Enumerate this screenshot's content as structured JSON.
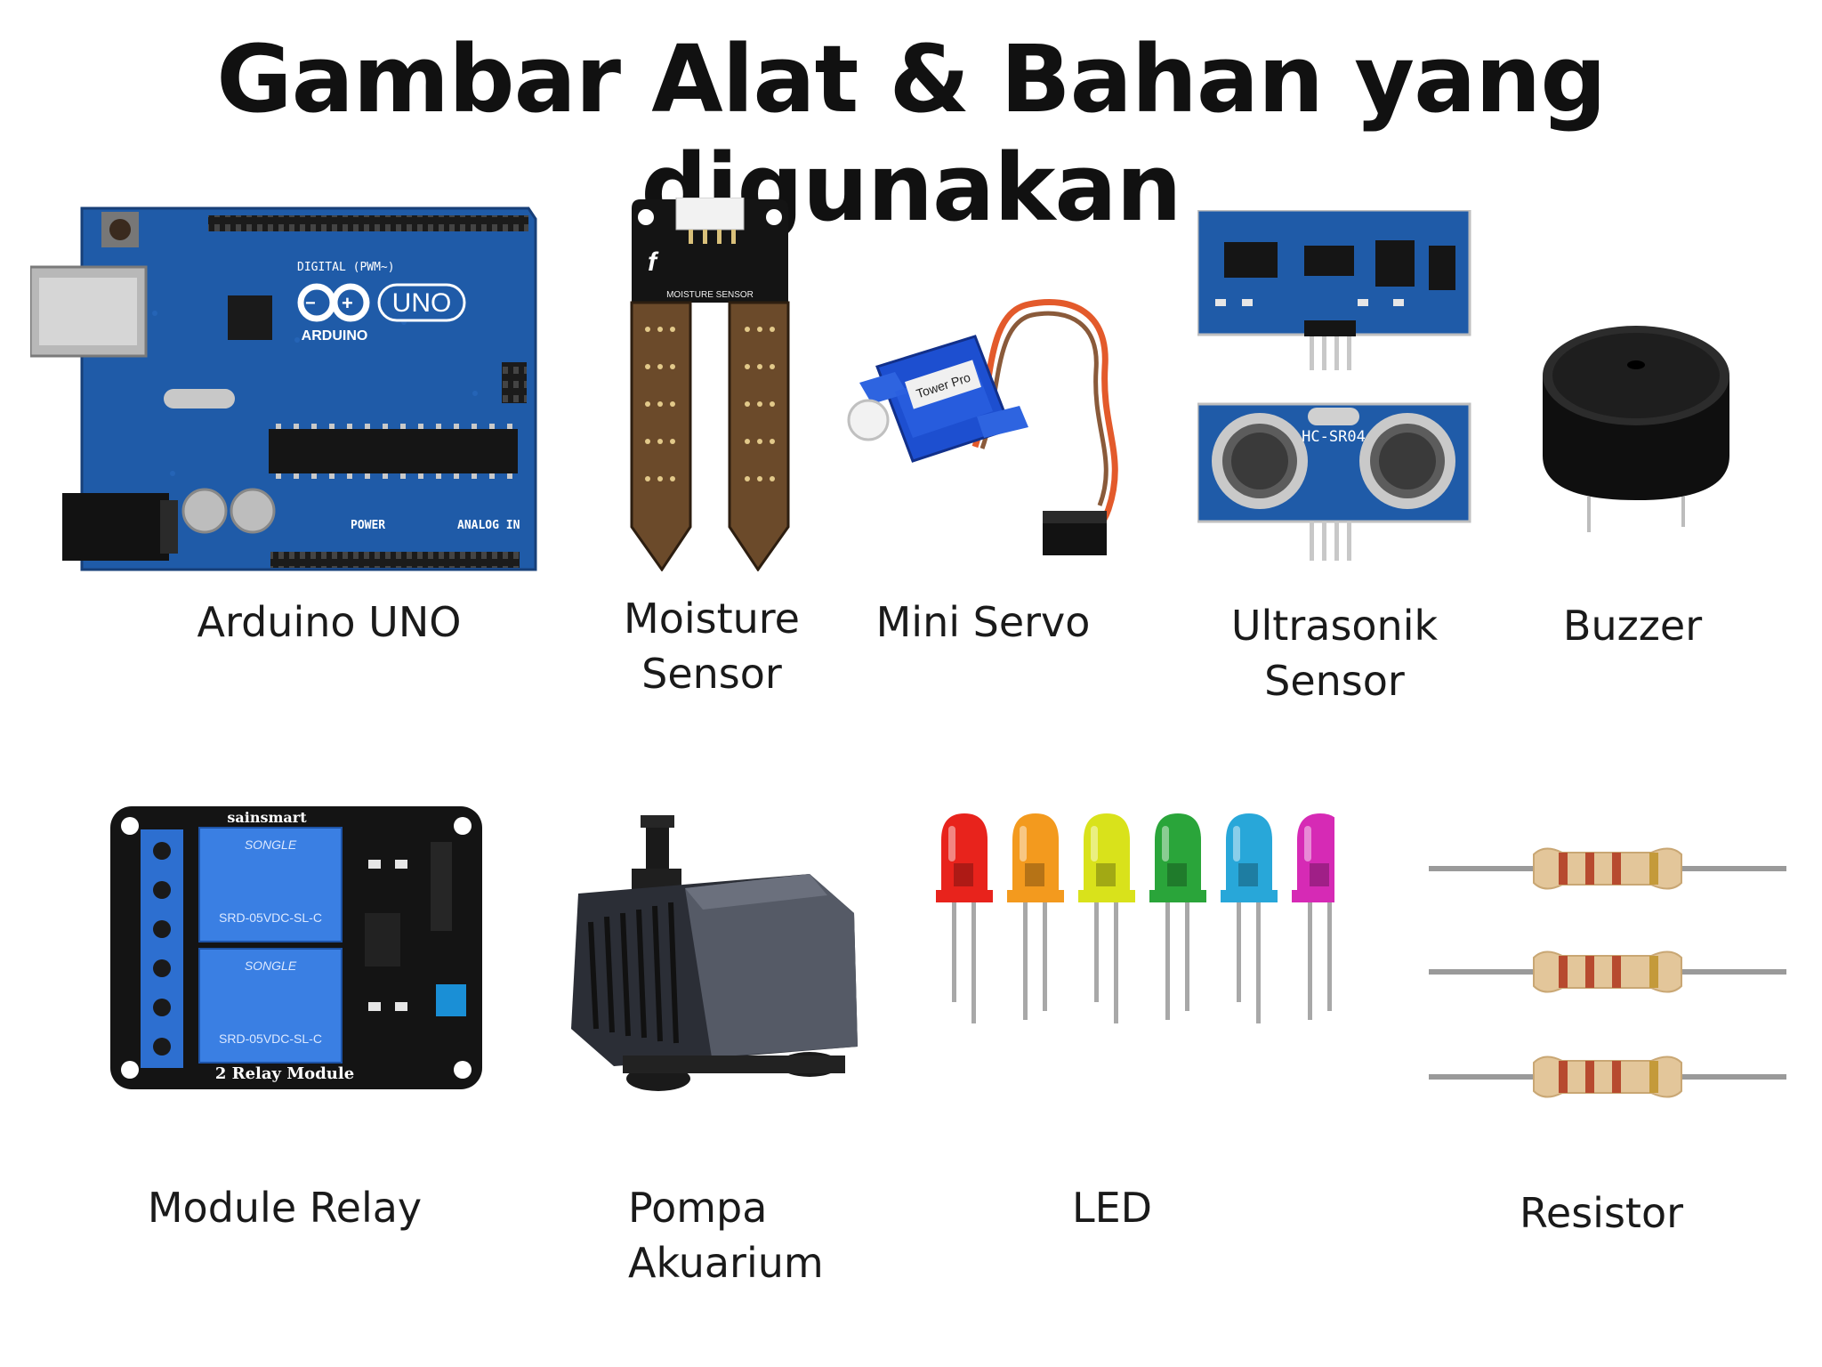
{
  "title": "Gambar Alat & Bahan yang digunakan",
  "items": {
    "arduino": {
      "caption": [
        "Arduino UNO"
      ],
      "board_text": {
        "brand": "ARDUINO",
        "model": "UNO",
        "digital": "DIGITAL (PWM~)",
        "power": "POWER",
        "analog": "ANALOG IN"
      }
    },
    "moisture": {
      "caption": [
        "Moisture",
        "Sensor"
      ],
      "board_text": "MOISTURE SENSOR"
    },
    "servo": {
      "caption": [
        "Mini Servo"
      ],
      "board_text": "Tower Pro"
    },
    "ultrasonic": {
      "caption": [
        "Ultrasonik",
        "Sensor"
      ],
      "board_text": "HC-SR04"
    },
    "buzzer": {
      "caption": [
        "Buzzer"
      ]
    },
    "relay": {
      "caption": [
        "Module Relay"
      ],
      "board_text": {
        "top": "sainsmart",
        "bottom": "2 Relay Module",
        "relay_brand": "SONGLE",
        "relay_model": "SRD-05VDC-SL-C"
      }
    },
    "pump": {
      "caption": [
        "Pompa",
        "Akuarium"
      ]
    },
    "led": {
      "caption": [
        "LED"
      ],
      "colors": [
        "#e8231c",
        "#f39a1e",
        "#d9e21b",
        "#2aa53a",
        "#28a7d9",
        "#d62ab5"
      ]
    },
    "resistor": {
      "caption": [
        "Resistor"
      ]
    }
  },
  "colors": {
    "pcb_blue": "#1f5ba8",
    "pcb_dark": "#163f78",
    "brown_probe": "#6b4a2a",
    "background": "#ffffff"
  }
}
